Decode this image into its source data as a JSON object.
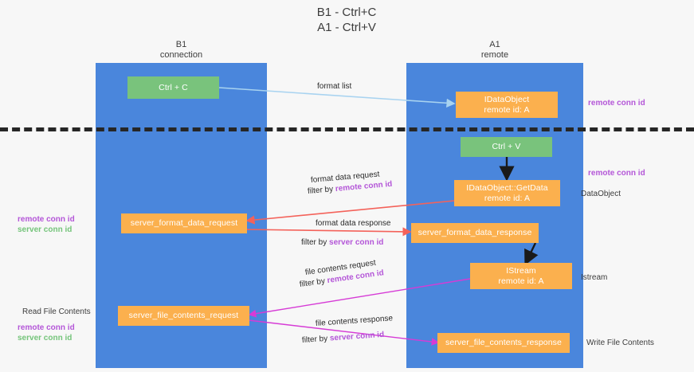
{
  "title": "B1 - Ctrl+C\nA1 - Ctrl+V",
  "colors": {
    "band": "#4a86dc",
    "node_orange": "#fbb04e",
    "node_green": "#79c37c",
    "accent_purple": "#b456d8",
    "accent_green": "#74c47a",
    "arrow_blue": "#a8d3f0",
    "arrow_red": "#f4625a",
    "arrow_magenta": "#d63bd6",
    "arrow_black": "#1a1a1a",
    "divider": "#262626",
    "background": "#f7f7f7"
  },
  "columns": [
    {
      "name": "left",
      "heading": "B1\nconnection"
    },
    {
      "name": "right",
      "heading": "A1\nremote"
    }
  ],
  "nodes": [
    {
      "id": "ctrl-c",
      "line1": "Ctrl + C",
      "line2": "",
      "style": "green"
    },
    {
      "id": "idataobject",
      "line1": "IDataObject",
      "line2": "remote id: A",
      "style": "orange"
    },
    {
      "id": "ctrl-v",
      "line1": "Ctrl + V",
      "line2": "",
      "style": "green"
    },
    {
      "id": "getdata",
      "line1": "IDataObject::GetData",
      "line2": "remote id: A",
      "style": "orange"
    },
    {
      "id": "server-format-data-request",
      "line1": "server_format_data_request",
      "line2": "",
      "style": "orange"
    },
    {
      "id": "server-format-data-response",
      "line1": "server_format_data_response",
      "line2": "",
      "style": "orange"
    },
    {
      "id": "istream",
      "line1": "IStream",
      "line2": "remote id: A",
      "style": "orange"
    },
    {
      "id": "server-file-contents-request",
      "line1": "server_file_contents_request",
      "line2": "",
      "style": "orange"
    },
    {
      "id": "server-file-contents-response",
      "line1": "server_file_contents_response",
      "line2": "",
      "style": "orange"
    }
  ],
  "edge_labels": [
    {
      "id": "format-list",
      "text": "format list"
    },
    {
      "id": "format-data-request",
      "text": "format data request"
    },
    {
      "id": "format-data-request-filter-prefix",
      "text": "filter by ",
      "accent": "remote conn id"
    },
    {
      "id": "format-data-response",
      "text": "format data response"
    },
    {
      "id": "format-data-response-filter-prefix",
      "text": "filter by ",
      "accent": "server conn id"
    },
    {
      "id": "file-contents-request",
      "text": "file contents request"
    },
    {
      "id": "file-contents-request-filter-prefix",
      "text": "filter by ",
      "accent": "remote conn id"
    },
    {
      "id": "file-contents-response",
      "text": "file contents response"
    },
    {
      "id": "file-contents-response-filter-prefix",
      "text": "filter by ",
      "accent": "server conn id"
    }
  ],
  "right_annotations": [
    {
      "id": "remote-conn-id-top",
      "text": "remote conn id",
      "tone": "purple"
    },
    {
      "id": "remote-conn-id-mid",
      "text": "remote conn id",
      "tone": "purple"
    },
    {
      "id": "dataobject",
      "text": "DataObject",
      "tone": "plain"
    },
    {
      "id": "istream",
      "text": "Istream",
      "tone": "plain"
    },
    {
      "id": "write-file-contents",
      "text": "Write File Contents",
      "tone": "plain"
    }
  ],
  "left_annotations": [
    {
      "id": "remote-conn-id-mid",
      "text": "remote conn id",
      "tone": "purple"
    },
    {
      "id": "server-conn-id-mid",
      "text": "server conn id",
      "tone": "green"
    },
    {
      "id": "read-file-contents",
      "text": "Read File Contents",
      "tone": "plain"
    },
    {
      "id": "remote-conn-id-bottom",
      "text": "remote conn id",
      "tone": "purple"
    },
    {
      "id": "server-conn-id-bottom",
      "text": "server conn id",
      "tone": "green"
    }
  ]
}
